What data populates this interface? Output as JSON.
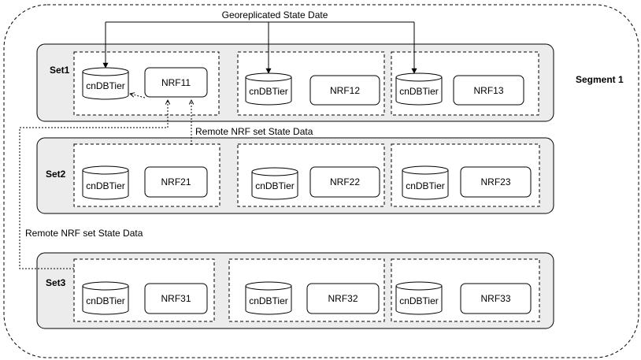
{
  "segment": {
    "label": "Segment 1"
  },
  "labels": {
    "geo": "Georeplicated State Date",
    "remote1": "Remote NRF set State Data",
    "remote2": "Remote NRF set State Data"
  },
  "sets": [
    {
      "label": "Set1",
      "groups": [
        {
          "db": "cnDBTier",
          "nrf": "NRF11"
        },
        {
          "db": "cnDBTier",
          "nrf": "NRF12"
        },
        {
          "db": "cnDBTier",
          "nrf": "NRF13"
        }
      ]
    },
    {
      "label": "Set2",
      "groups": [
        {
          "db": "cnDBTier",
          "nrf": "NRF21"
        },
        {
          "db": "cnDBTier",
          "nrf": "NRF22"
        },
        {
          "db": "cnDBTier",
          "nrf": "NRF23"
        }
      ]
    },
    {
      "label": "Set3",
      "groups": [
        {
          "db": "cnDBTier",
          "nrf": "NRF31"
        },
        {
          "db": "cnDBTier",
          "nrf": "NRF32"
        },
        {
          "db": "cnDBTier",
          "nrf": "NRF33"
        }
      ]
    }
  ]
}
